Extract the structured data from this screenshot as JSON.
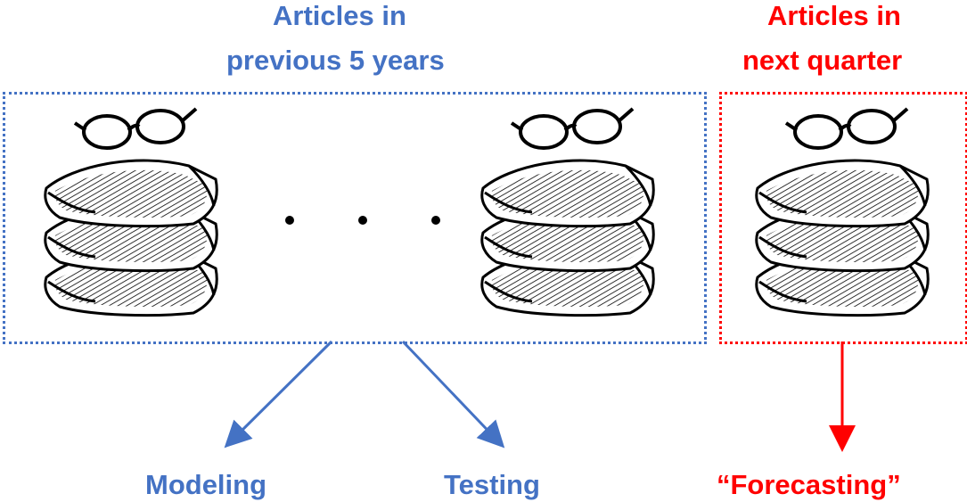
{
  "diagram": {
    "left_group": {
      "title_line1": "Articles in",
      "title_line2": "previous 5 years",
      "outputs": [
        "Modeling",
        "Testing"
      ]
    },
    "right_group": {
      "title_line1": "Articles in",
      "title_line2": "next quarter",
      "output": "“Forecasting”"
    },
    "icon": "newspaper-stack-with-glasses-icon",
    "colors": {
      "left": "#4472C4",
      "right": "#FF0000"
    }
  }
}
